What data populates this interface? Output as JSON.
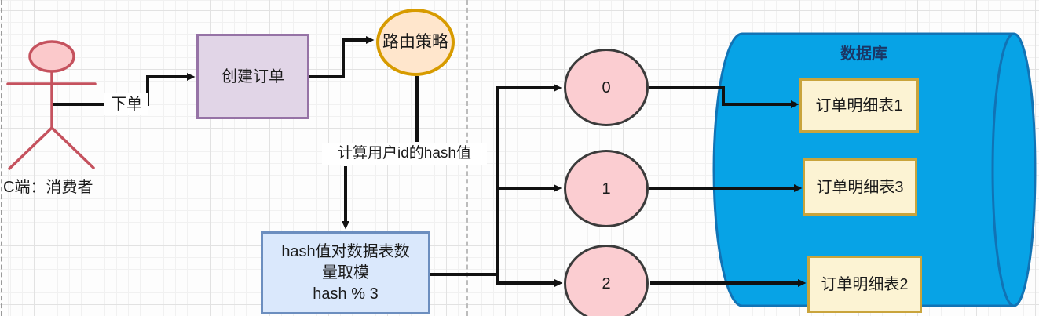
{
  "diagram": {
    "actor": {
      "label": "C端：消费者"
    },
    "edge_labels": {
      "place_order": "下单",
      "compute_hash": "计算用户id的hash值"
    },
    "nodes": {
      "create_order": "创建订单",
      "routing_strategy": "路由策略",
      "hash_mod": {
        "line1": "hash值对数据表数",
        "line2": "量取模",
        "line3": "hash % 3"
      }
    },
    "shards": [
      "0",
      "1",
      "2"
    ],
    "database": {
      "title": "数据库",
      "tables": [
        "订单明细表1",
        "订单明细表3",
        "订单明细表2"
      ]
    },
    "colors": {
      "actor_stroke": "#c5525e",
      "actor_head_fill": "#fbc9cb",
      "create_order_fill": "#e1d5e7",
      "create_order_stroke": "#9673a6",
      "routing_fill": "#ffe6cc",
      "routing_stroke": "#d79b00",
      "hash_box_fill": "#dae8fc",
      "hash_box_stroke": "#6c8ebf",
      "shard_fill": "#fbcdd1",
      "shard_stroke": "#3b3b3b",
      "database_fill": "#07a3e6",
      "database_stroke": "#1173b5",
      "database_title_color": "#1a3665",
      "table_fill": "#fcf3d3",
      "table_stroke": "#c9a43c",
      "connector_color": "#111111"
    }
  }
}
